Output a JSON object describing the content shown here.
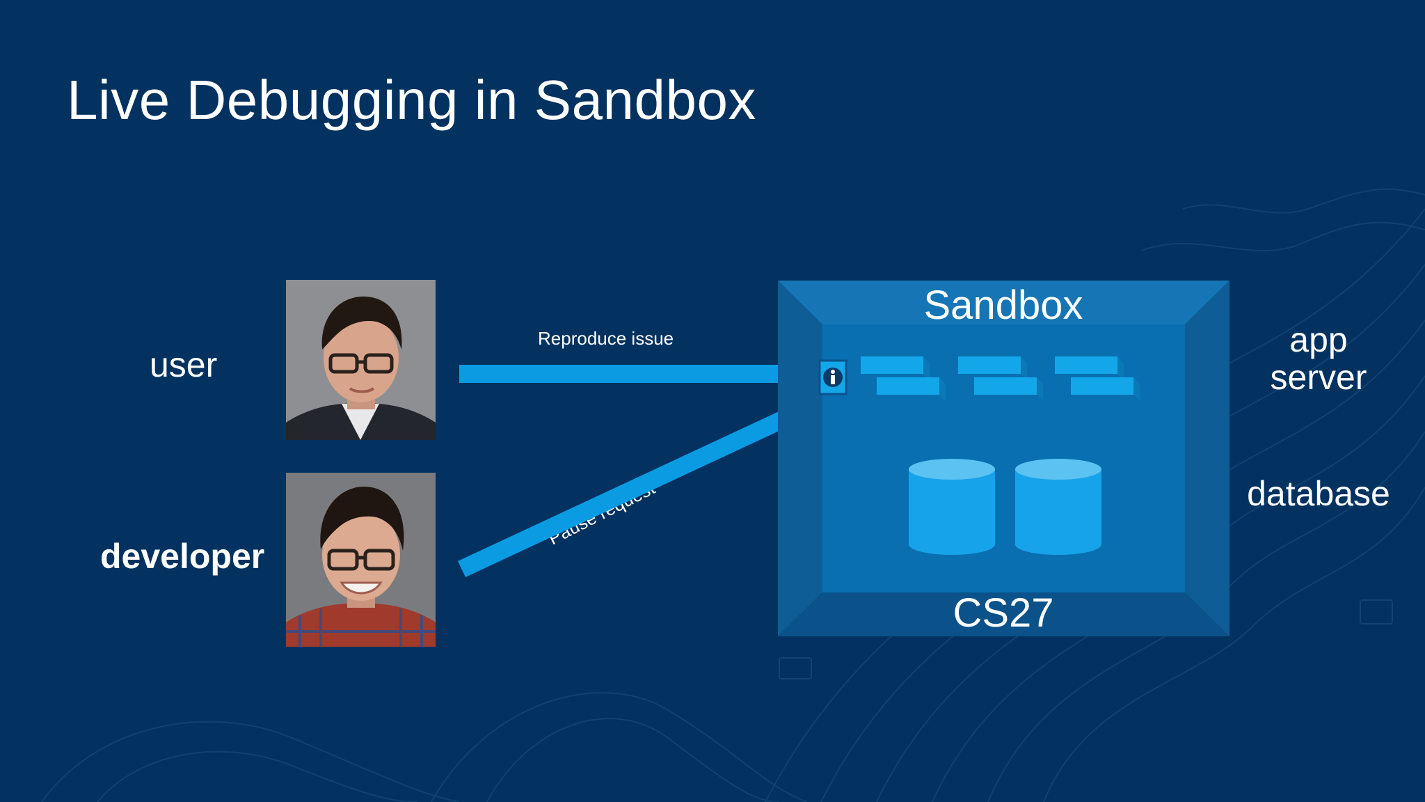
{
  "slide": {
    "title": "Live Debugging in Sandbox"
  },
  "people": {
    "user_label": "user",
    "developer_label": "developer"
  },
  "arrows": {
    "reproduce_label": "Reproduce issue",
    "pause_label": "Pause request"
  },
  "sandbox": {
    "top_label": "Sandbox",
    "bottom_label": "CS27"
  },
  "side_labels": {
    "app_server": "app\nserver",
    "database": "database"
  },
  "colors": {
    "background": "#033260",
    "arrow": "#0a9be3",
    "box_outer": "#0d5d96",
    "box_inner": "#0a6fb0",
    "server_blocks": "#13a7ea",
    "db": "#17a3ea",
    "db_top": "#5cc2f2"
  },
  "icons": {
    "info": "info-icon"
  }
}
